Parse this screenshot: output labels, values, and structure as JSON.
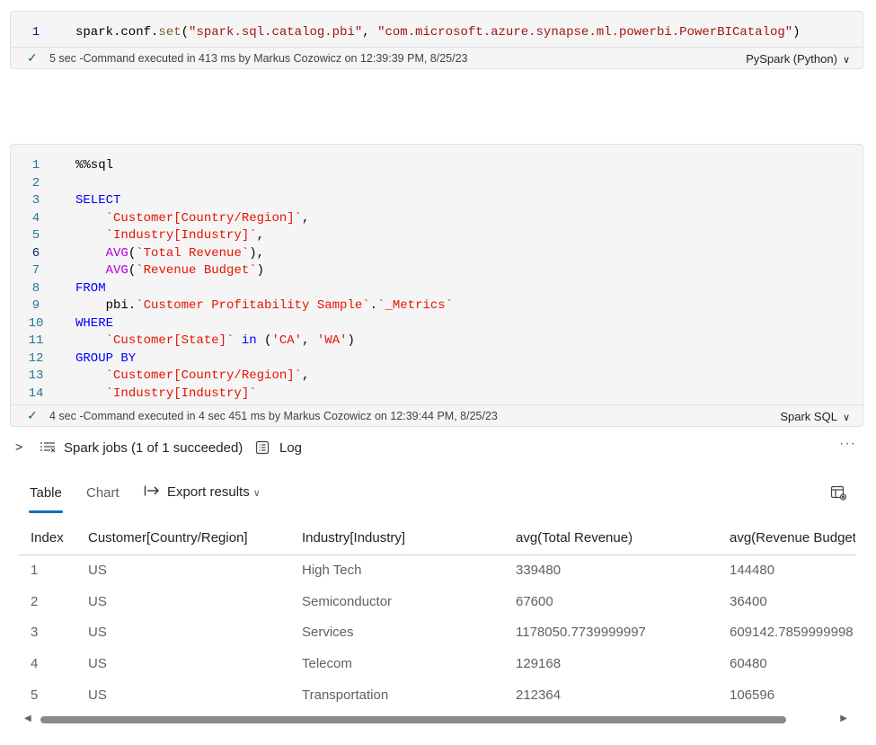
{
  "cell1": {
    "lines": [
      {
        "num": "1",
        "active": true,
        "tokens": [
          {
            "t": "spark.conf.",
            "c": ""
          },
          {
            "t": "set",
            "c": "fnc"
          },
          {
            "t": "(",
            "c": ""
          },
          {
            "t": "\"spark.sql.catalog.pbi\"",
            "c": "str"
          },
          {
            "t": ", ",
            "c": ""
          },
          {
            "t": "\"com.microsoft.azure.synapse.ml.powerbi.PowerBICatalog\"",
            "c": "str"
          },
          {
            "t": ")",
            "c": ""
          }
        ]
      }
    ],
    "status_text": "5 sec -Command executed in 413 ms by Markus Cozowicz on 12:39:39 PM, 8/25/23",
    "language": "PySpark (Python)"
  },
  "cell2": {
    "lines": [
      {
        "num": "1",
        "tokens": [
          {
            "t": "%%sql",
            "c": ""
          }
        ]
      },
      {
        "num": "2",
        "tokens": []
      },
      {
        "num": "3",
        "tokens": [
          {
            "t": "SELECT",
            "c": "kw"
          }
        ]
      },
      {
        "num": "4",
        "tokens": [
          {
            "t": "    ",
            "c": ""
          },
          {
            "t": "`Customer[Country/Region]`",
            "c": "bq"
          },
          {
            "t": ",",
            "c": ""
          }
        ]
      },
      {
        "num": "5",
        "tokens": [
          {
            "t": "    ",
            "c": ""
          },
          {
            "t": "`Industry[Industry]`",
            "c": "bq"
          },
          {
            "t": ",",
            "c": ""
          }
        ]
      },
      {
        "num": "6",
        "active": true,
        "tokens": [
          {
            "t": "    ",
            "c": ""
          },
          {
            "t": "AVG",
            "c": "fn"
          },
          {
            "t": "(",
            "c": ""
          },
          {
            "t": "`Total Revenue`",
            "c": "bq"
          },
          {
            "t": "),",
            "c": ""
          }
        ]
      },
      {
        "num": "7",
        "tokens": [
          {
            "t": "    ",
            "c": ""
          },
          {
            "t": "AVG",
            "c": "fn"
          },
          {
            "t": "(",
            "c": ""
          },
          {
            "t": "`Revenue Budget`",
            "c": "bq"
          },
          {
            "t": ")",
            "c": ""
          }
        ]
      },
      {
        "num": "8",
        "tokens": [
          {
            "t": "FROM",
            "c": "kw"
          }
        ]
      },
      {
        "num": "9",
        "tokens": [
          {
            "t": "    pbi.",
            "c": ""
          },
          {
            "t": "`Customer Profitability Sample`",
            "c": "bq"
          },
          {
            "t": ".",
            "c": ""
          },
          {
            "t": "`_Metrics`",
            "c": "bq"
          }
        ]
      },
      {
        "num": "10",
        "tokens": [
          {
            "t": "WHERE",
            "c": "kw"
          }
        ]
      },
      {
        "num": "11",
        "tokens": [
          {
            "t": "    ",
            "c": ""
          },
          {
            "t": "`Customer[State]`",
            "c": "bq"
          },
          {
            "t": " ",
            "c": ""
          },
          {
            "t": "in",
            "c": "kw"
          },
          {
            "t": " (",
            "c": ""
          },
          {
            "t": "'CA'",
            "c": "bq"
          },
          {
            "t": ", ",
            "c": ""
          },
          {
            "t": "'WA'",
            "c": "bq"
          },
          {
            "t": ")",
            "c": ""
          }
        ]
      },
      {
        "num": "12",
        "tokens": [
          {
            "t": "GROUP BY",
            "c": "kw"
          }
        ]
      },
      {
        "num": "13",
        "tokens": [
          {
            "t": "    ",
            "c": ""
          },
          {
            "t": "`Customer[Country/Region]`",
            "c": "bq"
          },
          {
            "t": ",",
            "c": ""
          }
        ]
      },
      {
        "num": "14",
        "tokens": [
          {
            "t": "    ",
            "c": ""
          },
          {
            "t": "`Industry[Industry]`",
            "c": "bq"
          }
        ]
      }
    ],
    "status_text": "4 sec -Command executed in 4 sec 451 ms by Markus Cozowicz on 12:39:44 PM, 8/25/23",
    "language": "Spark SQL"
  },
  "jobs": {
    "label": "Spark jobs (1 of 1 succeeded)",
    "log_label": "Log",
    "more": "···"
  },
  "result_tabs": {
    "table": "Table",
    "chart": "Chart",
    "export": "Export results"
  },
  "table": {
    "columns": [
      "Index",
      "Customer[Country/Region]",
      "Industry[Industry]",
      "avg(Total Revenue)",
      "avg(Revenue Budget)"
    ],
    "rows": [
      [
        "1",
        "US",
        "High Tech",
        "339480",
        "144480"
      ],
      [
        "2",
        "US",
        "Semiconductor",
        "67600",
        "36400"
      ],
      [
        "3",
        "US",
        "Services",
        "1178050.7739999997",
        "609142.7859999998"
      ],
      [
        "4",
        "US",
        "Telecom",
        "129168",
        "60480"
      ],
      [
        "5",
        "US",
        "Transportation",
        "212364",
        "106596"
      ]
    ]
  },
  "icons": {
    "check": "checkmark-icon",
    "chevron": "chevron-down-icon",
    "expand": "chevron-right-icon",
    "jobs": "list-icon",
    "log": "log-icon",
    "export": "export-icon",
    "settings": "table-settings-icon"
  },
  "colors": {
    "accent": "#0f6cbd",
    "success": "#107c10",
    "keyword": "#0000ff",
    "function": "#af00db",
    "string": "#a31515",
    "identifier": "#e51400"
  }
}
